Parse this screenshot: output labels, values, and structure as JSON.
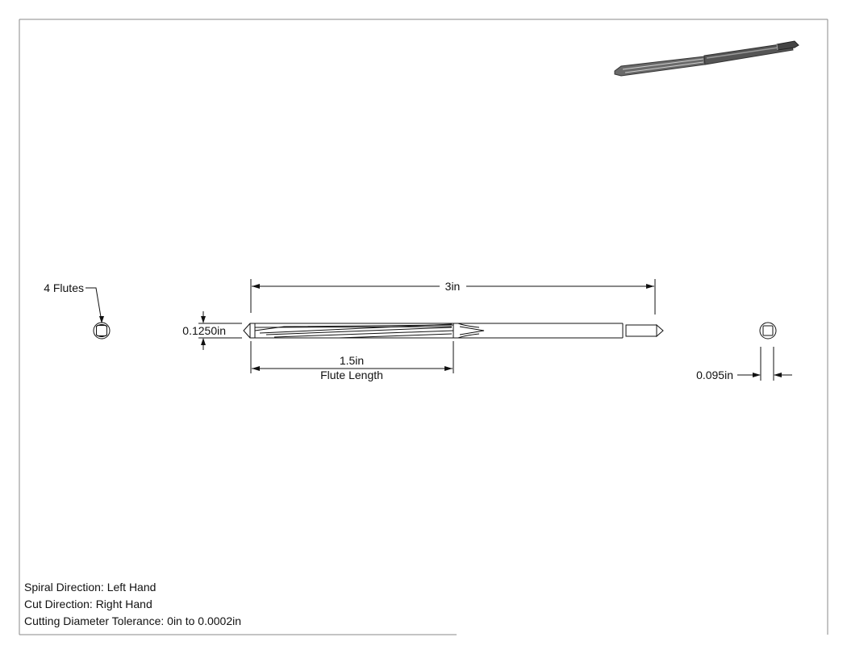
{
  "drawing": {
    "flutes_label": "4 Flutes",
    "overall_length_label": "3in",
    "diameter_label": "0.1250in",
    "flute_length_value": "1.5in",
    "flute_length_caption": "Flute Length",
    "shank_dimension_label": "0.095in"
  },
  "notes": {
    "spiral_direction": "Spiral Direction: Left Hand",
    "cut_direction": "Cut Direction: Right Hand",
    "tolerance": "Cutting Diameter Tolerance: 0in to 0.0002in"
  },
  "colors": {
    "line": "#111111",
    "border": "#888888",
    "iso_dark": "#3a3a3a",
    "iso_light": "#9a9a9a"
  }
}
